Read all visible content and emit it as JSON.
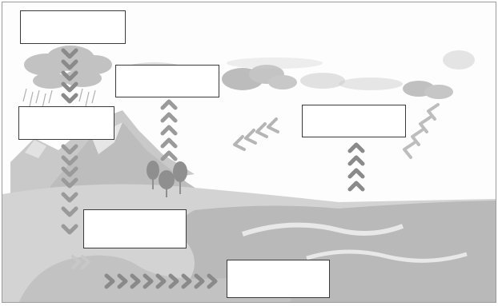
{
  "diagram": {
    "label_boxes": [
      {
        "id": "top-left",
        "text": ""
      },
      {
        "id": "cloud-middle",
        "text": ""
      },
      {
        "id": "left-mountain",
        "text": ""
      },
      {
        "id": "right-sea",
        "text": ""
      },
      {
        "id": "ground-middle",
        "text": ""
      },
      {
        "id": "bottom-river",
        "text": ""
      }
    ]
  },
  "colors": {
    "cloud": "#bdbdbd",
    "mountain": "#c9c9c9",
    "water": "#b5b5b5",
    "arrow_dark": "#8a8a8a",
    "arrow_light": "#c4c4c4"
  }
}
